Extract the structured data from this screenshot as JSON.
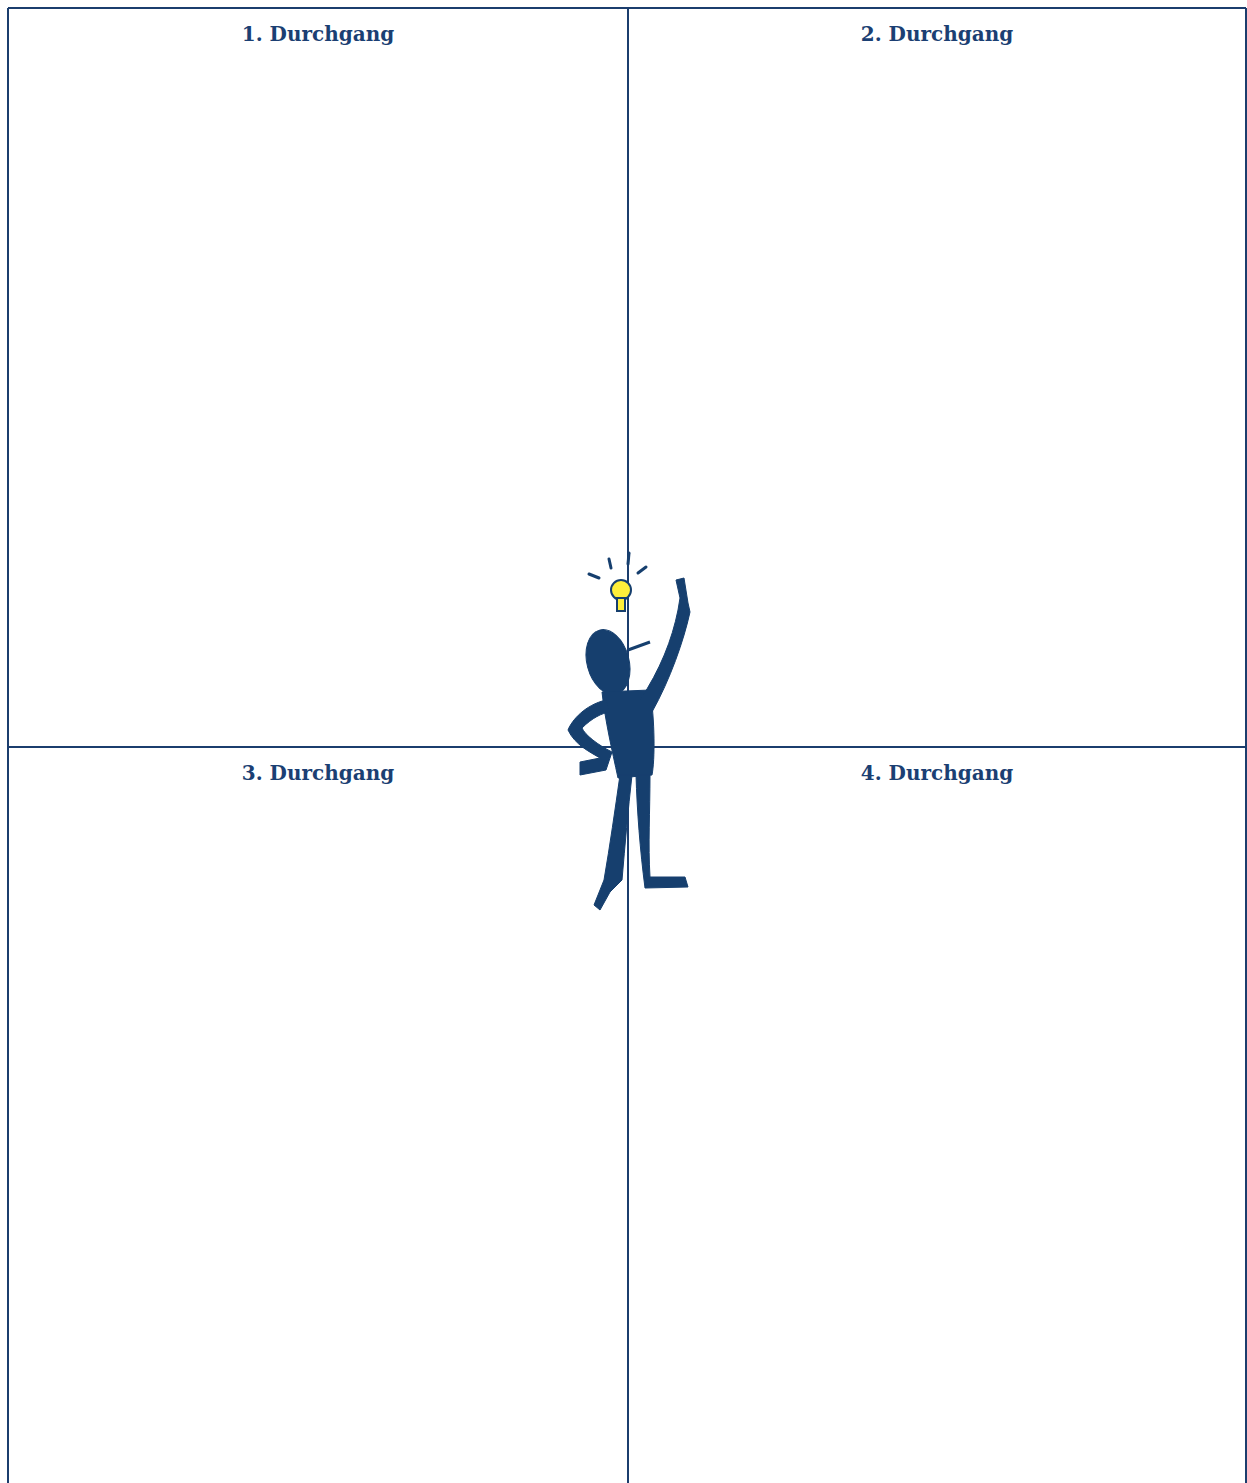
{
  "diagram": {
    "nodes": [
      {
        "text": [
          "1. Durchgang"
        ]
      },
      {
        "text": [
          "2. Durchgang"
        ]
      },
      {
        "text": [
          "3. Durchgang"
        ]
      },
      {
        "text": [
          "4. Durchgang"
        ]
      }
    ]
  }
}
